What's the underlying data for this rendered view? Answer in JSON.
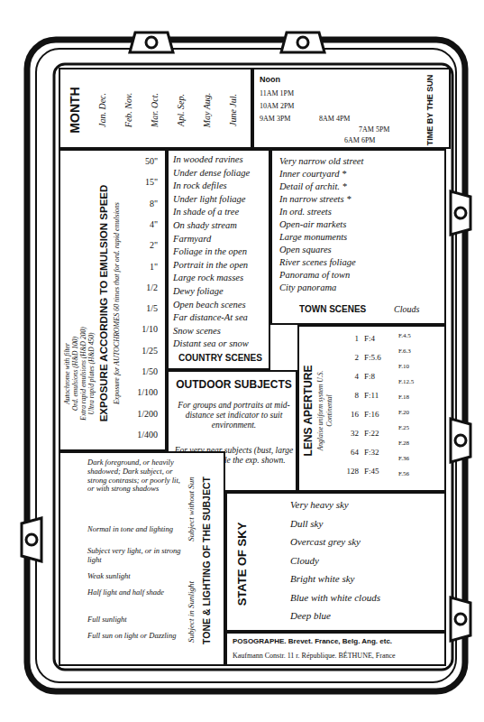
{
  "diagram": {
    "nodes": [
      {
        "text": [
          "MONTH",
          "Jan. Dec.",
          "Feb. Nov.",
          "Mar. Oct.",
          "Apl. Sep.",
          "May Aug.",
          "June Jul."
        ]
      },
      {
        "text": [
          "TIME BY THE SUN",
          "Noon",
          "11AM 1PM",
          "10AM 2PM",
          "9AM 3PM",
          "8AM 4PM",
          "7AM 5PM",
          "6AM 6PM"
        ]
      },
      {
        "text": [
          "EXPOSURE ACCORDING TO EMULSION SPEED",
          "Exposure for AUTOCHROMES 60 times that for ord. rapid emulsions",
          "Autochrome with filter",
          "Ord. emulsions (H&D 100)",
          "Extra rapid emulsions (H&D 200)",
          "Ultra rapid plates (H&D 450)",
          "50\"",
          "15\"",
          "8\"",
          "4\"",
          "2\"",
          "1\"",
          "1/2",
          "1/5",
          "1/10",
          "1/25",
          "1/50",
          "1/100",
          "1/200",
          "1/400"
        ]
      },
      {
        "text": [
          "COUNTRY SCENES",
          "In wooded ravines",
          "Under dense foliage",
          "In rock defiles",
          "Under light foliage",
          "In shade of a tree",
          "On shady stream",
          "Farmyard",
          "Foliage in the open",
          "Portrait in the open",
          "Large rock masses",
          "Dewy foliage",
          "Open beach scenes",
          "Far distance-At sea",
          "Snow scenes",
          "Distant sea or snow"
        ]
      },
      {
        "text": [
          "TOWN SCENES",
          "Very narrow old street",
          "Inner courtyard *",
          "Detail of archit. *",
          "In narrow streets *",
          "In ord. streets",
          "Open-air markets",
          "Large monuments",
          "Open squares",
          "River scenes foliage",
          "Panorama of town",
          "City panorama",
          "Clouds"
        ]
      },
      {
        "text": [
          "OUTDOOR SUBJECTS",
          "For groups and portraits at mid-distance set indicator to suit environment.",
          "For very near subjects (bust, large heads) double the exp. shown."
        ]
      },
      {
        "text": [
          "LENS APERTURE",
          "Anglaise uniform system U.S.",
          "Continental",
          "1",
          "2",
          "4",
          "8",
          "16",
          "32",
          "64",
          "128",
          "F:4",
          "F:5.6",
          "F:8",
          "F:11",
          "F:16",
          "F:22",
          "F:32",
          "F:45",
          "F.4.5",
          "F.6.3",
          "F.10",
          "F.12.5",
          "F.18",
          "F.20",
          "F.25",
          "F.28",
          "F.36",
          "F.56"
        ]
      },
      {
        "text": [
          "TONE & LIGHTING OF THE SUBJECT",
          "Subject in Sunlight",
          "Subject without Sun",
          "Dark foreground, or heavily shadowed; Dark subject, or strong contrasts; or poorly lit, or with strong shadows",
          "Normal in tone and lighting",
          "Subject very light, or in strong light",
          "Weak sunlight",
          "Half light and half shade",
          "Full sunlight",
          "Full sun on light or Dazzling"
        ]
      },
      {
        "text": [
          "STATE OF SKY",
          "Very heavy sky",
          "Dull sky",
          "Overcast grey sky",
          "Cloudy",
          "Bright white sky",
          "Blue with white clouds",
          "Deep blue"
        ]
      },
      {
        "text": [
          "POSOGRAPHE. Brevet. France, Belg. Ang. etc.",
          "Kaufmann Constr. 11 r. République. BÉTHUNE, France"
        ]
      }
    ]
  }
}
